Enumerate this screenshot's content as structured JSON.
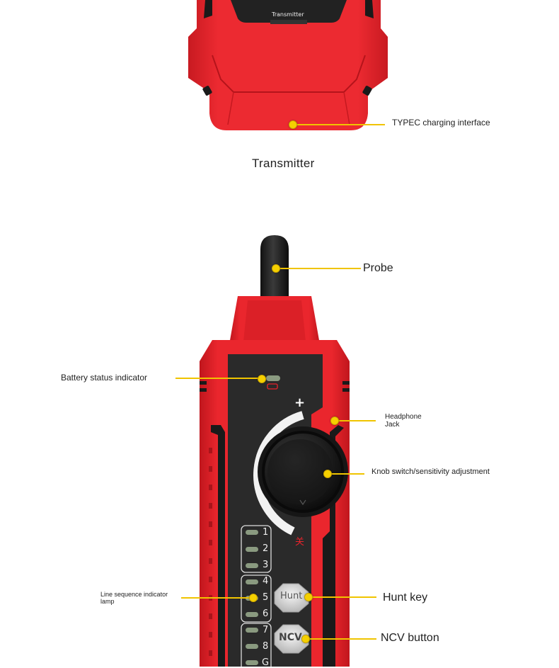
{
  "transmitter": {
    "screen_label": "Transmitter",
    "caption": "Transmitter",
    "callouts": {
      "typec": "TYPEC charging interface"
    }
  },
  "receiver": {
    "plus_sign": "+",
    "off_glyph": "关",
    "channels": [
      "1",
      "2",
      "3",
      "4",
      "5",
      "6",
      "7",
      "8",
      "G"
    ],
    "buttons": {
      "hunt": "Hunt",
      "ncv": "NCV"
    },
    "callouts": {
      "probe": "Probe",
      "battery": "Battery status indicator",
      "headphone_line1": "Headphone",
      "headphone_line2": "Jack",
      "knob": "Knob switch/sensitivity adjustment",
      "line_seq_line1": "Line sequence indicator",
      "line_seq_line2": "lamp",
      "hunt_key": "Hunt key",
      "ncv_button": "NCV button"
    }
  },
  "colors": {
    "device_red": "#e8232b",
    "dark_red": "#b01018",
    "panel": "#2b2b2b",
    "leader": "#f0c400",
    "led_off": "#8a9a80"
  }
}
